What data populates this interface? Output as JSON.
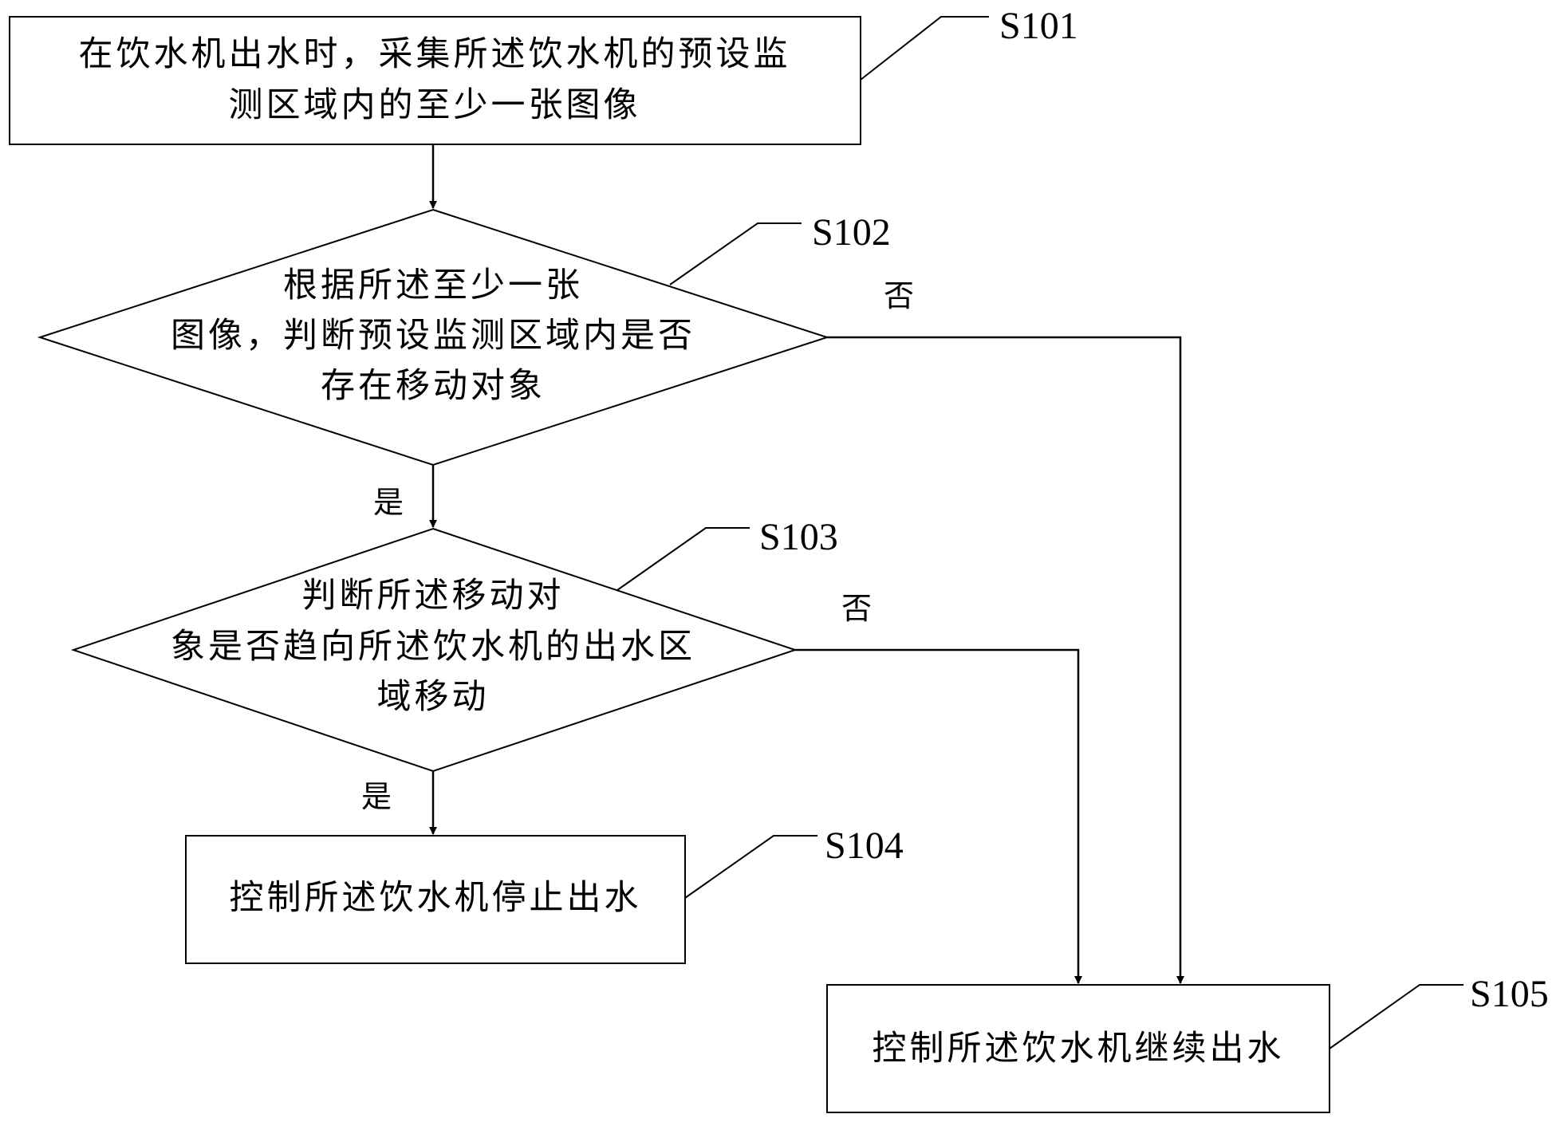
{
  "steps": {
    "s101": {
      "label": "S101",
      "lines": [
        "在饮水机出水时，采集所述饮水机的预设监",
        "测区域内的至少一张图像"
      ]
    },
    "s102": {
      "label": "S102",
      "lines": [
        "根据所述至少一张",
        "图像，判断预设监测区域内是否",
        "存在移动对象"
      ]
    },
    "s103": {
      "label": "S103",
      "lines": [
        "判断所述移动对",
        "象是否趋向所述饮水机的出水区",
        "域移动"
      ]
    },
    "s104": {
      "label": "S104",
      "lines": [
        "控制所述饮水机停止出水"
      ]
    },
    "s105": {
      "label": "S105",
      "lines": [
        "控制所述饮水机继续出水"
      ]
    }
  },
  "branches": {
    "s102_yes": "是",
    "s102_no": "否",
    "s103_yes": "是",
    "s103_no": "否"
  }
}
